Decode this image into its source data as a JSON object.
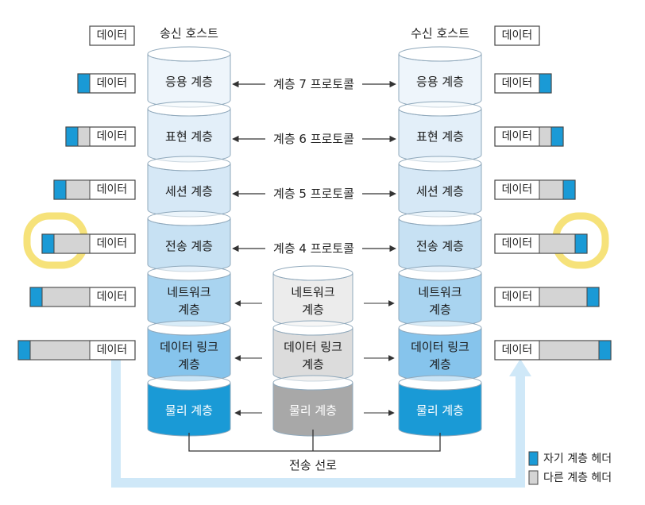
{
  "sender": {
    "title": "송신 호스트",
    "top_data_label": "데이터",
    "layers": [
      {
        "name": "응용 계층"
      },
      {
        "name": "표현 계층"
      },
      {
        "name": "세션 계층"
      },
      {
        "name": "전송 계층"
      },
      {
        "name": "네트워크\n계층"
      },
      {
        "name": "데이터 링크\n계층"
      },
      {
        "name": "물리 계층"
      }
    ],
    "packets": [
      {
        "label": "데이터",
        "own_header": true,
        "other_headers": 0
      },
      {
        "label": "데이터",
        "own_header": true,
        "other_headers": 1
      },
      {
        "label": "데이터",
        "own_header": true,
        "other_headers": 2
      },
      {
        "label": "데이터",
        "own_header": true,
        "other_headers": 3,
        "highlighted": true
      },
      {
        "label": "데이터",
        "own_header": true,
        "other_headers": 4
      },
      {
        "label": "데이터",
        "own_header": true,
        "other_headers": 5
      }
    ]
  },
  "receiver": {
    "title": "수신 호스트",
    "top_data_label": "데이터",
    "layers": [
      {
        "name": "응용 계층"
      },
      {
        "name": "표현 계층"
      },
      {
        "name": "세션 계층"
      },
      {
        "name": "전송 계층"
      },
      {
        "name": "네트워크\n계층"
      },
      {
        "name": "데이터 링크\n계층"
      },
      {
        "name": "물리 계층"
      }
    ],
    "packets": [
      {
        "label": "데이터",
        "own_header": true,
        "other_headers": 0
      },
      {
        "label": "데이터",
        "own_header": true,
        "other_headers": 1
      },
      {
        "label": "데이터",
        "own_header": true,
        "other_headers": 2
      },
      {
        "label": "데이터",
        "own_header": true,
        "other_headers": 3,
        "highlighted": true
      },
      {
        "label": "데이터",
        "own_header": true,
        "other_headers": 4
      },
      {
        "label": "데이터",
        "own_header": true,
        "other_headers": 5
      }
    ]
  },
  "relay": {
    "layers": [
      {
        "name": "네트워크\n계층"
      },
      {
        "name": "데이터 링크\n계층"
      },
      {
        "name": "물리 계층"
      }
    ]
  },
  "protocols": [
    "계층 7 프로토콜",
    "계층 6 프로토콜",
    "계층 5 프로토콜",
    "계층 4 프로토콜"
  ],
  "transmission_line": "전송 선로",
  "legend": [
    {
      "label": "자기 계층 헤더",
      "color": "#1a9ad6"
    },
    {
      "label": "다른 계층 헤더",
      "color": "#d4d4d4"
    }
  ],
  "colors": {
    "own_header": "#1a9ad6",
    "other_header": "#d4d4d4",
    "highlight_circle": "#f6e27a",
    "flow_arrow": "#cfe8f8",
    "layer_fills": [
      "#eef5fb",
      "#e3eff9",
      "#d6e8f6",
      "#c7e1f3",
      "#a9d4f0",
      "#86c4ec",
      "#1a9ad6"
    ],
    "relay_fills": [
      "#ececec",
      "#dcdcdc",
      "#a8a8a8"
    ]
  }
}
